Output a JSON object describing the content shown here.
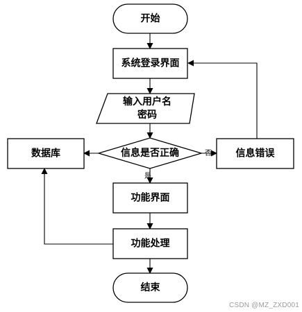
{
  "nodes": {
    "start": "开始",
    "login": "系统登录界面",
    "input_line1": "输入用户名",
    "input_line2": "密码",
    "check": "信息是否正确",
    "error": "信息错误",
    "database": "数据库",
    "function_ui": "功能界面",
    "process": "功能处理",
    "end": "结束"
  },
  "edges": {
    "yes": "是",
    "no": "否"
  },
  "watermark": "CSDN @MZ_ZXD001"
}
